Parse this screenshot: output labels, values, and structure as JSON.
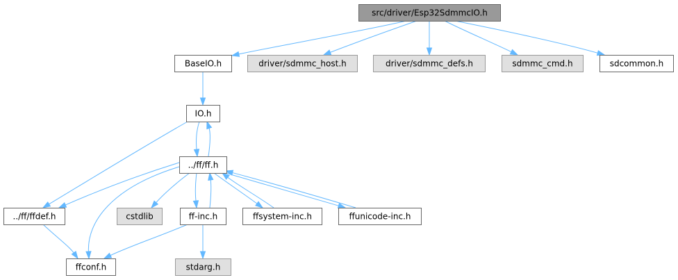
{
  "diagram": {
    "title": "src/driver/Esp32SdmmcIO.h",
    "colors": {
      "root_fill": "#999999",
      "root_border": "#666666",
      "internal_fill": "#ffffff",
      "internal_border": "#666666",
      "external_fill": "#e0e0e0",
      "external_border": "#999999",
      "edge": "#63b8ff"
    },
    "nodes": [
      {
        "id": "root",
        "label": "src/driver/Esp32SdmmcIO.h",
        "kind": "root"
      },
      {
        "id": "baseio",
        "label": "BaseIO.h",
        "kind": "internal"
      },
      {
        "id": "sdmmc_host",
        "label": "driver/sdmmc_host.h",
        "kind": "external"
      },
      {
        "id": "sdmmc_defs",
        "label": "driver/sdmmc_defs.h",
        "kind": "external"
      },
      {
        "id": "sdmmc_cmd",
        "label": "sdmmc_cmd.h",
        "kind": "external"
      },
      {
        "id": "sdcommon",
        "label": "sdcommon.h",
        "kind": "internal"
      },
      {
        "id": "io",
        "label": "IO.h",
        "kind": "internal"
      },
      {
        "id": "ff",
        "label": "../ff/ff.h",
        "kind": "internal"
      },
      {
        "id": "ffdef",
        "label": "../ff/ffdef.h",
        "kind": "internal"
      },
      {
        "id": "cstdlib",
        "label": "cstdlib",
        "kind": "external"
      },
      {
        "id": "ffinc",
        "label": "ff-inc.h",
        "kind": "internal"
      },
      {
        "id": "ffsystem",
        "label": "ffsystem-inc.h",
        "kind": "internal"
      },
      {
        "id": "ffunicode",
        "label": "ffunicode-inc.h",
        "kind": "internal"
      },
      {
        "id": "ffconf",
        "label": "ffconf.h",
        "kind": "internal"
      },
      {
        "id": "stdarg",
        "label": "stdarg.h",
        "kind": "external"
      }
    ],
    "edges": [
      {
        "from": "root",
        "to": "baseio"
      },
      {
        "from": "root",
        "to": "sdmmc_host"
      },
      {
        "from": "root",
        "to": "sdmmc_defs"
      },
      {
        "from": "root",
        "to": "sdmmc_cmd"
      },
      {
        "from": "root",
        "to": "sdcommon"
      },
      {
        "from": "baseio",
        "to": "io"
      },
      {
        "from": "io",
        "to": "ff"
      },
      {
        "from": "io",
        "to": "ffdef"
      },
      {
        "from": "ff",
        "to": "io"
      },
      {
        "from": "ff",
        "to": "ffdef"
      },
      {
        "from": "ff",
        "to": "cstdlib"
      },
      {
        "from": "ff",
        "to": "ffinc"
      },
      {
        "from": "ff",
        "to": "ffsystem"
      },
      {
        "from": "ff",
        "to": "ffunicode"
      },
      {
        "from": "ff",
        "to": "ffconf"
      },
      {
        "from": "ffinc",
        "to": "ff"
      },
      {
        "from": "ffsystem",
        "to": "ff"
      },
      {
        "from": "ffunicode",
        "to": "ff"
      },
      {
        "from": "ffdef",
        "to": "ffconf"
      },
      {
        "from": "ffinc",
        "to": "ffconf"
      },
      {
        "from": "ffinc",
        "to": "stdarg"
      }
    ]
  }
}
